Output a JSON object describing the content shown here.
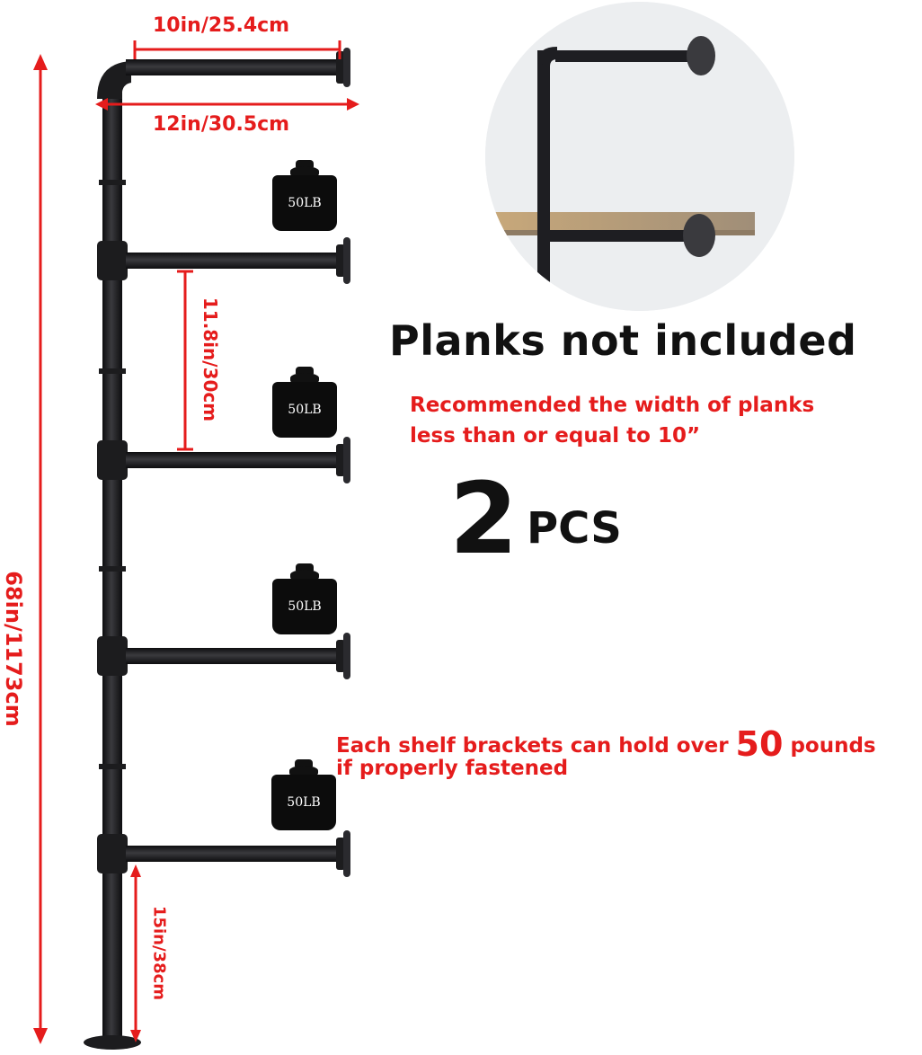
{
  "dimensions": {
    "top_arm_length": "10in/25.4cm",
    "top_arm_depth": "12in/30.5cm",
    "total_height": "68in/1173cm",
    "shelf_spacing": "11.8in/30cm",
    "bottom_clearance": "15in/38cm"
  },
  "weight_label": "50LB",
  "headline": "Planks not included",
  "recommendation": {
    "line1": "Recommended the width of planks",
    "line2": "less than or equal to 10”"
  },
  "quantity": {
    "number": "2",
    "unit": "PCS"
  },
  "capacity": {
    "line1_prefix": "Each shelf brackets can hold over ",
    "line1_number": "50",
    "line1_suffix": " pounds",
    "line2": "if properly fastened"
  },
  "colors": {
    "annotation": "#e51c1c",
    "pipe": "#1c1c1e",
    "text": "#111111"
  }
}
